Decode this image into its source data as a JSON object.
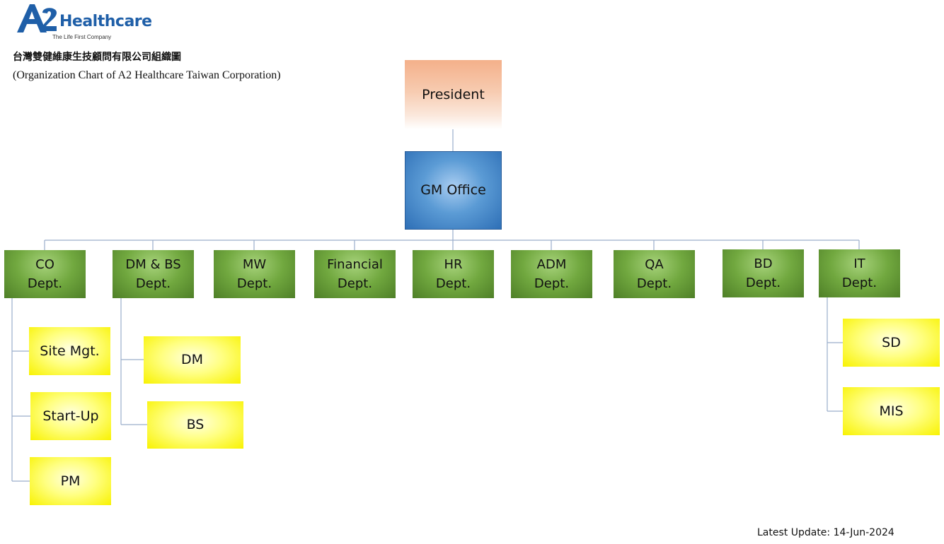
{
  "logo": {
    "word": "Healthcare",
    "tagline": "The Life First Company",
    "mark_text": "A2"
  },
  "title": {
    "zh": "台灣雙健維康生技顧問有限公司組織圖",
    "en": "(Organization Chart of A2 Healthcare Taiwan Corporation)"
  },
  "president": "President",
  "gm_office": "GM Office",
  "departments": {
    "co": {
      "name": "CO",
      "suffix": "Dept."
    },
    "dmbs": {
      "name": "DM & BS",
      "suffix": "Dept."
    },
    "mw": {
      "name": "MW",
      "suffix": "Dept."
    },
    "fin": {
      "name": "Financial",
      "suffix": "Dept."
    },
    "hr": {
      "name": "HR",
      "suffix": "Dept."
    },
    "adm": {
      "name": "ADM",
      "suffix": "Dept."
    },
    "qa": {
      "name": "QA",
      "suffix": "Dept."
    },
    "bd": {
      "name": "BD",
      "suffix": "Dept."
    },
    "it": {
      "name": "IT",
      "suffix": "Dept."
    }
  },
  "sub_units": {
    "site_mgt": "Site Mgt.",
    "startup": "Start-Up",
    "pm": "PM",
    "dm": "DM",
    "bs": "BS",
    "sd": "SD",
    "mis": "MIS"
  },
  "colors": {
    "logo_blue": "#1f5fa8",
    "connector": "#9aaecb",
    "president": "#f4b08a",
    "gm_office": "#2e6fb6",
    "department": "#71a83f",
    "sub_unit": "#ffff80"
  },
  "footer": "Latest Update: 14-Jun-2024"
}
